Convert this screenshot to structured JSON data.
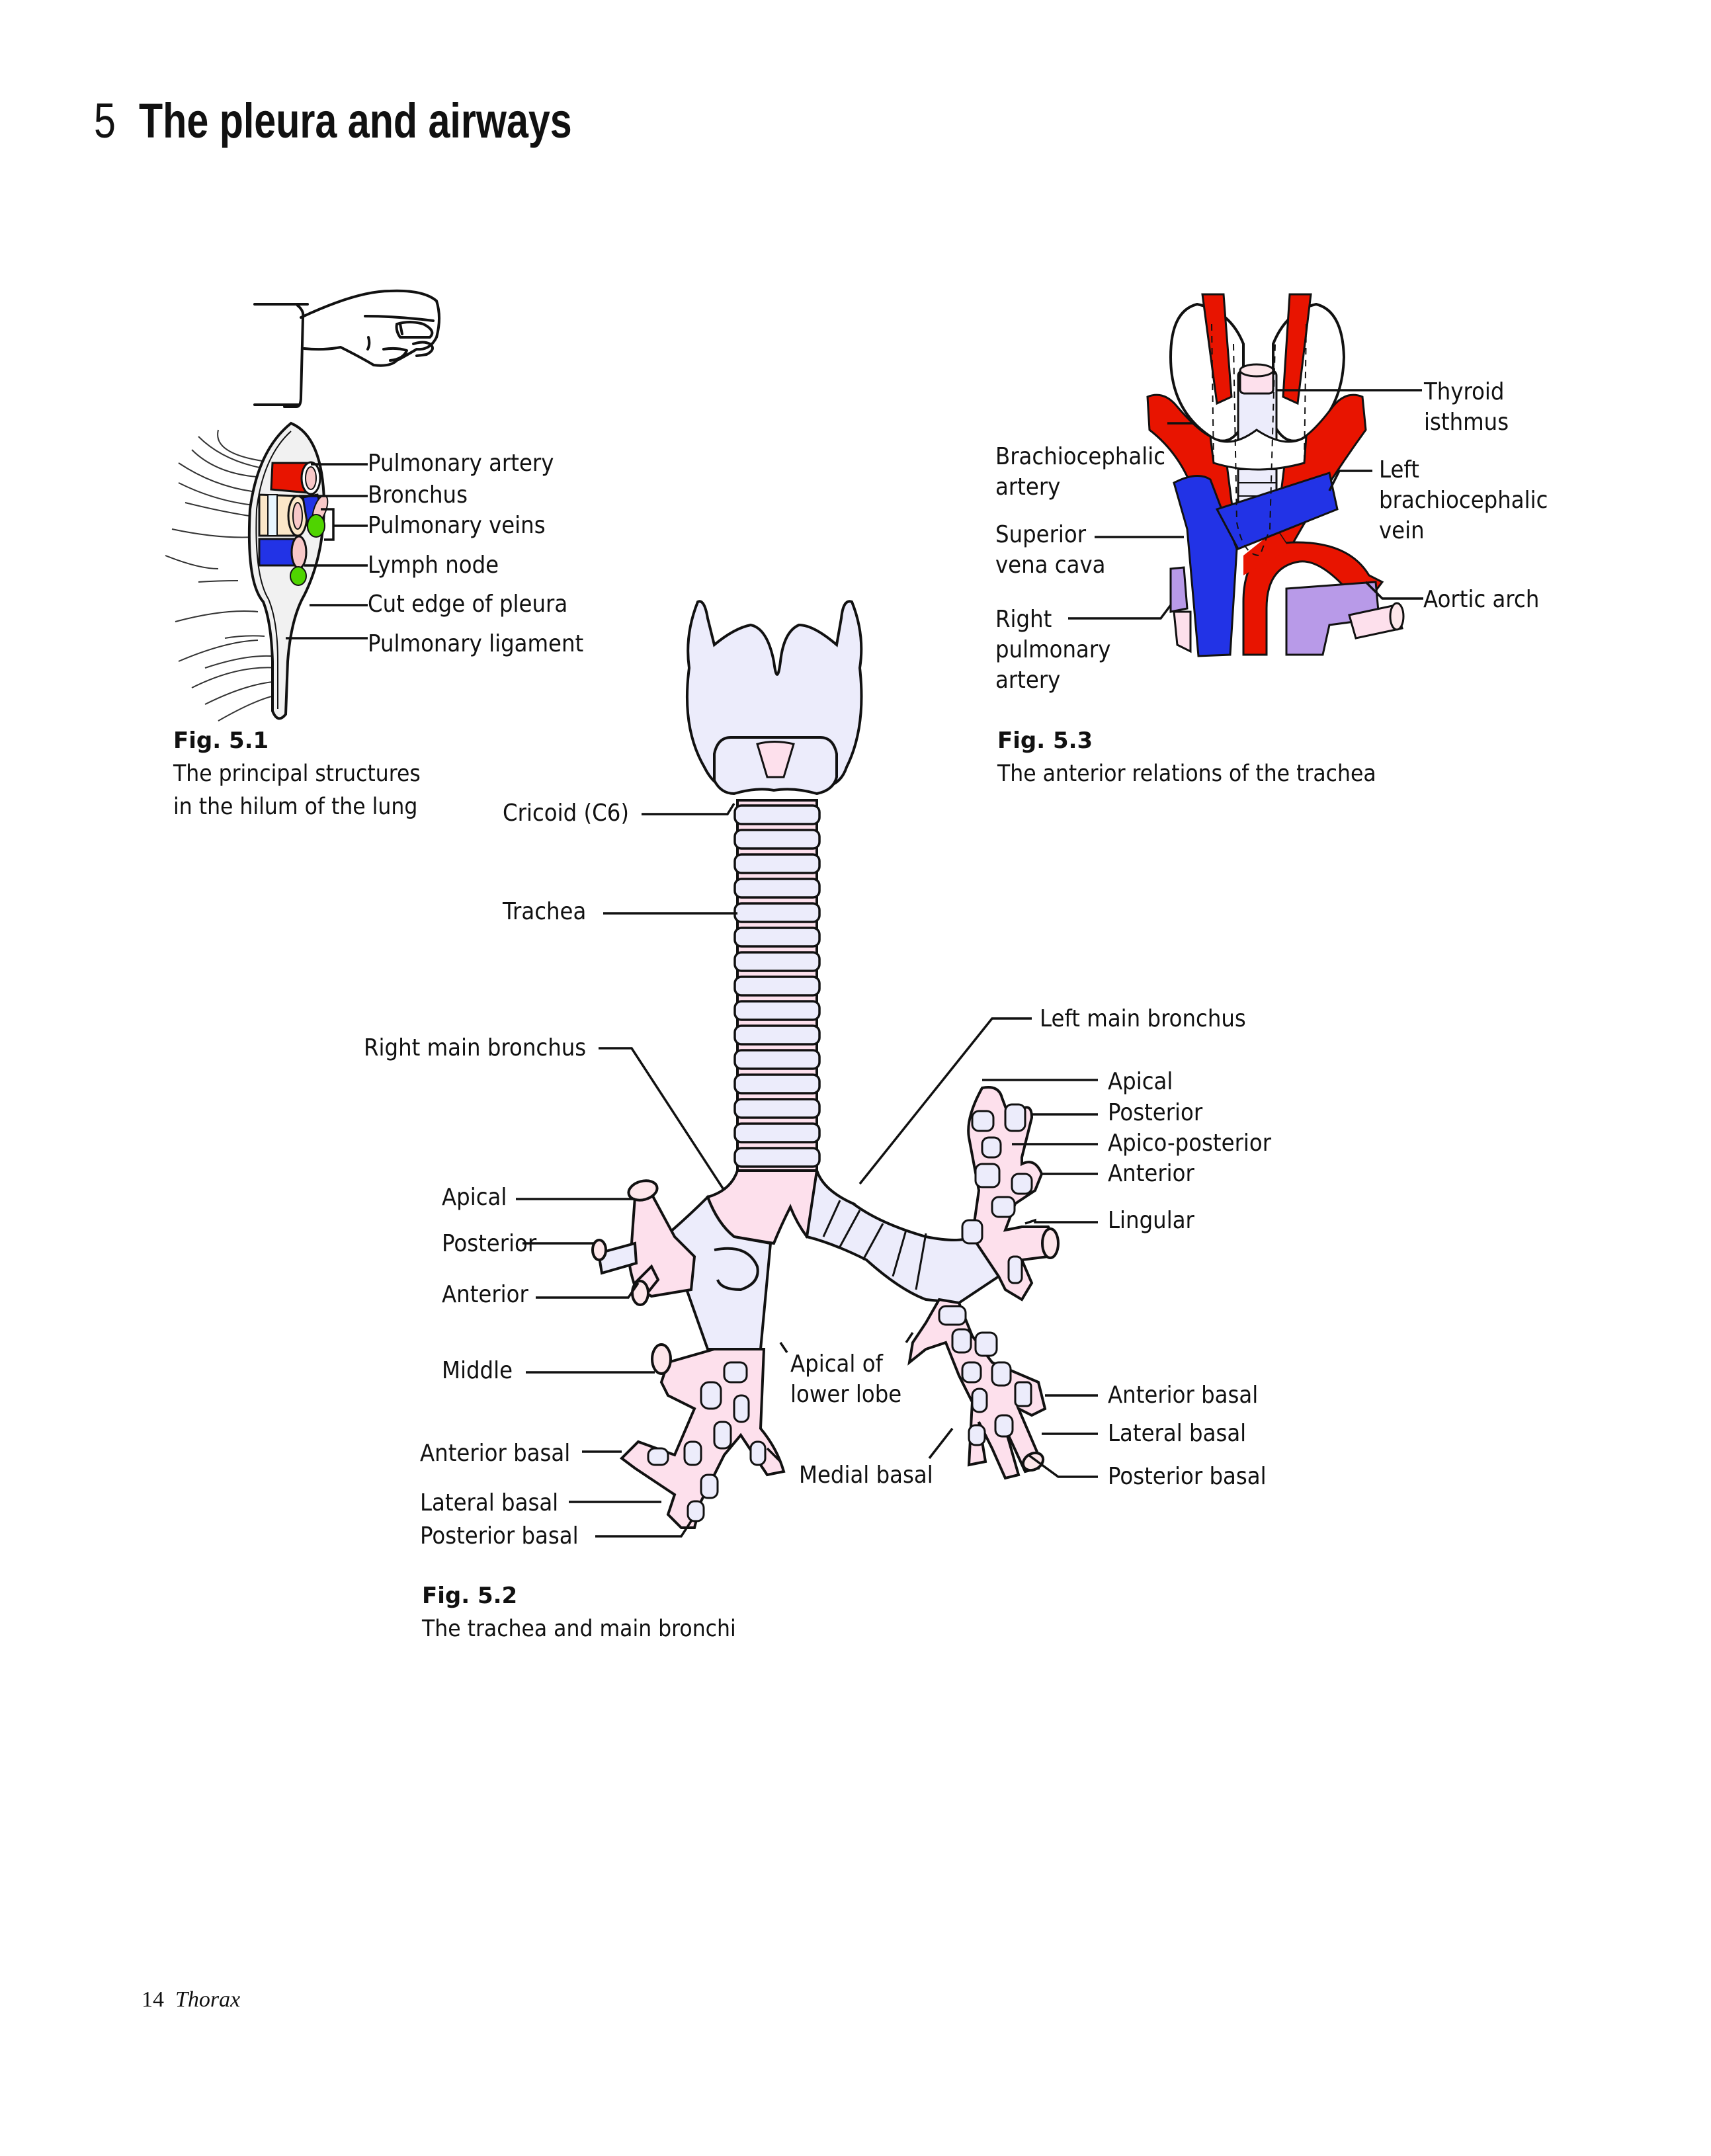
{
  "header": {
    "chapter_number": "5",
    "chapter_title": "The pleura and airways"
  },
  "colors": {
    "artery": "#e81400",
    "vein": "#2233e6",
    "pulmonary_artery_purple": "#b89ae8",
    "cartilage": "#ececfb",
    "mucosa": "#fde0ec",
    "lymph": "#4fd400"
  },
  "fig51": {
    "number": "Fig. 5.1",
    "caption_line1": "The principal structures",
    "caption_line2": "in the hilum of the lung",
    "labels": [
      "Pulmonary artery",
      "Bronchus",
      "Pulmonary veins",
      "Lymph node",
      "Cut edge of pleura",
      "Pulmonary ligament"
    ]
  },
  "fig52": {
    "number": "Fig. 5.2",
    "caption": "The trachea and main bronchi",
    "labels": {
      "cricoid": "Cricoid (C6)",
      "trachea": "Trachea",
      "right_main": "Right main bronchus",
      "left_main": "Left main bronchus",
      "r_apical": "Apical",
      "r_posterior": "Posterior",
      "r_anterior": "Anterior",
      "r_middle": "Middle",
      "r_anterior_basal": "Anterior basal",
      "r_lateral_basal": "Lateral basal",
      "r_posterior_basal": "Posterior basal",
      "apical_lower_1": "Apical of",
      "apical_lower_2": "lower lobe",
      "medial_basal": "Medial basal",
      "l_apical": "Apical",
      "l_posterior": "Posterior",
      "l_apico_posterior": "Apico-posterior",
      "l_anterior": "Anterior",
      "l_lingular": "Lingular",
      "l_anterior_basal": "Anterior basal",
      "l_lateral_basal": "Lateral basal",
      "l_posterior_basal": "Posterior basal"
    }
  },
  "fig53": {
    "number": "Fig. 5.3",
    "caption": "The anterior relations of the  trachea",
    "labels": {
      "thyroid_1": "Thyroid",
      "thyroid_2": "isthmus",
      "brachio_art_1": "Brachiocephalic",
      "brachio_art_2": "artery",
      "left_brachio_1": "Left",
      "left_brachio_2": "brachiocephalic",
      "left_brachio_3": "vein",
      "svc_1": "Superior",
      "svc_2": "vena cava",
      "aortic_arch": "Aortic arch",
      "rpa_1": "Right",
      "rpa_2": "pulmonary",
      "rpa_3": "artery"
    }
  },
  "footer": {
    "page_number": "14",
    "section": "Thorax"
  }
}
